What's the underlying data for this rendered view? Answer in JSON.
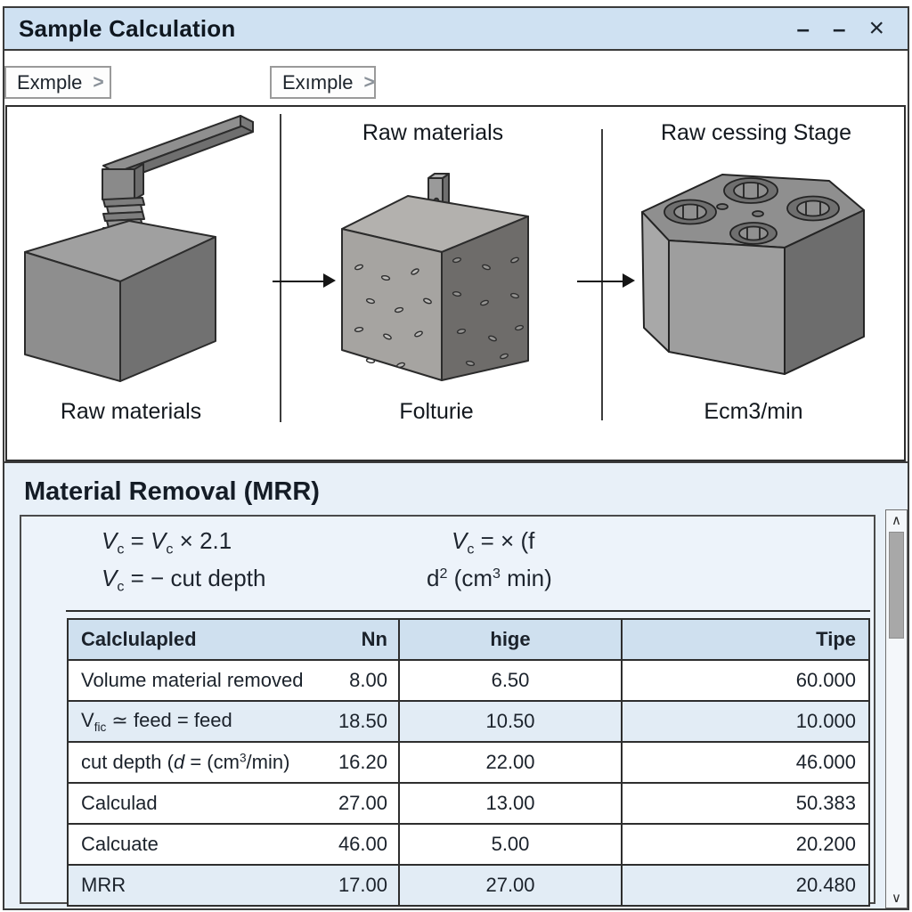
{
  "window": {
    "title": "Sample Calculation",
    "controls": {
      "minimize": "–",
      "maximize": "–",
      "close": "×"
    }
  },
  "toolbar": {
    "buttons": [
      {
        "label": "Exmple",
        "chevron": ">"
      },
      {
        "label": "Exımple",
        "chevron": ">"
      }
    ]
  },
  "diagram": {
    "stages": [
      {
        "title": "",
        "caption": "Raw materials"
      },
      {
        "title": "Raw materials",
        "caption": "Folturie"
      },
      {
        "title": "Raw cessing Stage",
        "caption": "Ecm3/min"
      }
    ]
  },
  "section": {
    "heading": "Material Removal (MRR)",
    "formulas": {
      "l1": [
        {
          "t": "V",
          "s": "it"
        },
        {
          "t": "c",
          "s": "sub"
        },
        {
          "t": " = "
        },
        {
          "t": "V",
          "s": "it"
        },
        {
          "t": "c",
          "s": "sub"
        },
        {
          "t": " × 2.1"
        }
      ],
      "l2": [
        {
          "t": "V",
          "s": "it"
        },
        {
          "t": "c",
          "s": "sub"
        },
        {
          "t": " = − cut depth"
        }
      ],
      "r1": [
        {
          "t": "V",
          "s": "it"
        },
        {
          "t": "c",
          "s": "sub"
        },
        {
          "t": " = × (f"
        }
      ],
      "r2": [
        {
          "t": "d"
        },
        {
          "t": "2",
          "s": "sup"
        },
        {
          "t": " (cm"
        },
        {
          "t": "3",
          "s": "sup"
        },
        {
          "t": " min)"
        }
      ]
    }
  },
  "table": {
    "header": {
      "col1": "Calclulapled",
      "col1_value": "Nn",
      "col2": "hige",
      "col3": "Tipe"
    },
    "rows": [
      {
        "label": [
          {
            "t": "Volume material removed"
          }
        ],
        "n": "8.00",
        "h": "6.50",
        "t": "60.000",
        "shaded": false
      },
      {
        "label": [
          {
            "t": "V"
          },
          {
            "t": "fic",
            "s": "sub"
          },
          {
            "t": " ≃ feed = feed"
          }
        ],
        "n": "18.50",
        "h": "10.50",
        "t": "10.000",
        "shaded": true
      },
      {
        "label": [
          {
            "t": "cut depth ("
          },
          {
            "t": "d",
            "s": "it"
          },
          {
            "t": " = (cm"
          },
          {
            "t": "3",
            "s": "sup"
          },
          {
            "t": "/min)"
          }
        ],
        "n": "16.20",
        "h": "22.00",
        "t": "46.000",
        "shaded": false
      },
      {
        "label": [
          {
            "t": "Calculad"
          }
        ],
        "n": "27.00",
        "h": "13.00",
        "t": "50.383",
        "shaded": false
      },
      {
        "label": [
          {
            "t": "Calcuate"
          }
        ],
        "n": "46.00",
        "h": "5.00",
        "t": "20.200",
        "shaded": false
      },
      {
        "label": [
          {
            "t": "MRR"
          }
        ],
        "n": "17.00",
        "h": "27.00",
        "t": "20.480",
        "shaded": true
      }
    ]
  },
  "scrollbar": {
    "up": "∧",
    "down": "∨"
  },
  "colors": {
    "titlebar_bg": "#cfe1f2",
    "section_bg": "#e8f0f8",
    "content_box_bg": "#edf3fa",
    "table_header_bg": "#cfe0ef",
    "row_alt_bg": "#e2ecf5",
    "border_dark": "#3a3a3a",
    "scroll_thumb": "#a8a8a8"
  }
}
